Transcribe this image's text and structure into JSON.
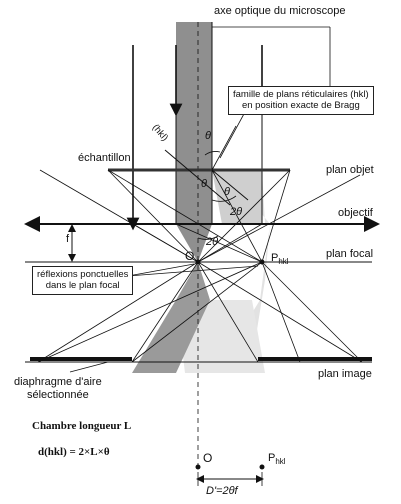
{
  "labels": {
    "optical_axis": "axe optique du microscope",
    "plane_family_1": "famille de plans réticulaires (hkl)",
    "plane_family_2": "en position exacte de Bragg",
    "sample": "échantillon",
    "object_plane": "plan objet",
    "objective": "objectif",
    "focal_plane": "plan focal",
    "focal_length": "f",
    "point_reflections_1": "réflexions ponctuelles",
    "point_reflections_2": "dans le plan focal",
    "image_plane": "plan image",
    "diaphragm_1": "diaphragme d'aire",
    "diaphragm_2": "sélectionnée",
    "chamber": "Chambre longueur L",
    "formula": "d(hkl) = 2×L×θ",
    "hkl_plane": "(hkl)",
    "theta": "θ",
    "two_theta": "2θ",
    "origin_O": "O",
    "point_P": "P",
    "point_P_sub": "hkl",
    "distance": "D'=2θf"
  }
}
